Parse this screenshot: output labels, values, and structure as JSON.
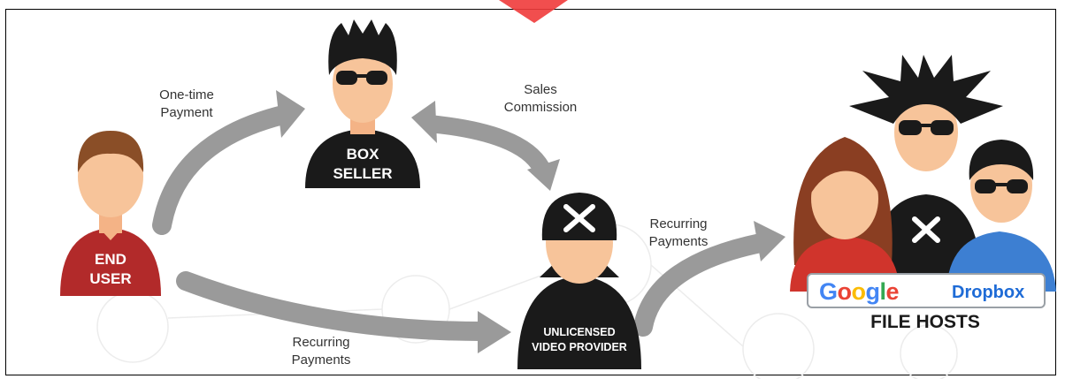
{
  "labels": {
    "one_time_payment": [
      "One-time",
      "Payment"
    ],
    "sales_commission": [
      "Sales",
      "Commission"
    ],
    "recurring_payments_right": [
      "Recurring",
      "Payments"
    ],
    "recurring_payments_bottom": [
      "Recurring",
      "Payments"
    ]
  },
  "figures": {
    "end_user": [
      "END",
      "USER"
    ],
    "box_seller": [
      "BOX",
      "SELLER"
    ],
    "video_provider": [
      "UNLICENSED",
      "VIDEO PROVIDER"
    ]
  },
  "file_hosts": {
    "google": [
      "G",
      "o",
      "o",
      "g",
      "l",
      "e"
    ],
    "dropbox": "Dropbox",
    "caption": "FILE HOSTS"
  },
  "colors": {
    "arrow": "#9a9a9a",
    "skin": "#f7c49a",
    "end_user_shirt": "#b22a2a",
    "dark_clothing": "#1a1a1a",
    "brown_hair": "#8a4e27",
    "blue_shirt": "#3d7fd2",
    "red_shirt": "#d0342c",
    "google_blue": "#4285f4",
    "google_red": "#ea4335",
    "google_yellow": "#fbbc05",
    "google_green": "#34a853",
    "dropbox_blue": "#1e6bd6",
    "watermark": "#ef3b3b"
  }
}
